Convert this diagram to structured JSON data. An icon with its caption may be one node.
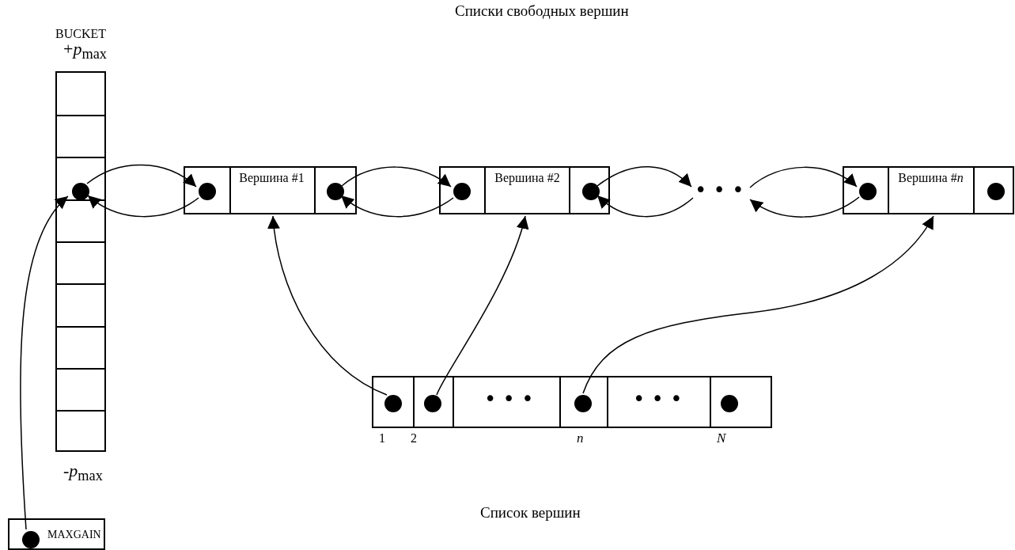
{
  "diagram": {
    "title": "Списки свободных вершин",
    "caption": "Список вершин",
    "nodes": [
      {
        "text": [
          "BUCKET"
        ]
      },
      {
        "text": [],
        "shape": "circle",
        "in": 0
      },
      {
        "text": [
          "Вершина #1"
        ]
      },
      {
        "text": [],
        "shape": "circle",
        "in": 2
      },
      {
        "text": [],
        "shape": "circle",
        "in": 2
      },
      {
        "text": [
          "Вершина #2"
        ]
      },
      {
        "text": [],
        "shape": "circle",
        "in": 5
      },
      {
        "text": [],
        "shape": "circle",
        "in": 5
      },
      {
        "text": [
          "• • •"
        ]
      },
      {
        "text": [
          "Вершина #*n*"
        ]
      },
      {
        "text": [],
        "shape": "circle",
        "in": 9
      },
      {
        "text": [],
        "shape": "circle",
        "in": 9
      },
      {
        "text": [],
        "shape": "box"
      },
      {
        "text": [],
        "shape": "circle",
        "in": 12
      },
      {
        "text": [],
        "shape": "circle",
        "in": 12
      },
      {
        "text": [],
        "shape": "circle",
        "in": 12
      },
      {
        "text": [],
        "shape": "circle",
        "in": 12
      },
      {
        "text": [
          "MAXGAIN"
        ]
      },
      {
        "text": [],
        "shape": "circle",
        "in": 17
      }
    ],
    "edges": [
      {
        "from": 1,
        "to": 3,
        "arrow": "to"
      },
      {
        "from": 3,
        "to": 1,
        "arrow": "to"
      },
      {
        "from": 4,
        "to": 6,
        "arrow": "to"
      },
      {
        "from": 6,
        "to": 4,
        "arrow": "to"
      },
      {
        "from": 7,
        "to": 8,
        "arrow": "to"
      },
      {
        "from": 8,
        "to": 7,
        "arrow": "to"
      },
      {
        "from": 8,
        "to": 10,
        "arrow": "to"
      },
      {
        "from": 10,
        "to": 8,
        "arrow": "to"
      },
      {
        "from": 13,
        "to": 2,
        "arrow": "to"
      },
      {
        "from": 14,
        "to": 5,
        "arrow": "to"
      },
      {
        "from": 15,
        "to": 9,
        "arrow": "to"
      },
      {
        "from": 18,
        "to": 1,
        "arrow": "to"
      }
    ],
    "labels": [
      "+*p*$_{max}$",
      "• • •",
      "• • •",
      "1",
      "2",
      "n",
      "N",
      "-*p*$_{max}$"
    ]
  }
}
